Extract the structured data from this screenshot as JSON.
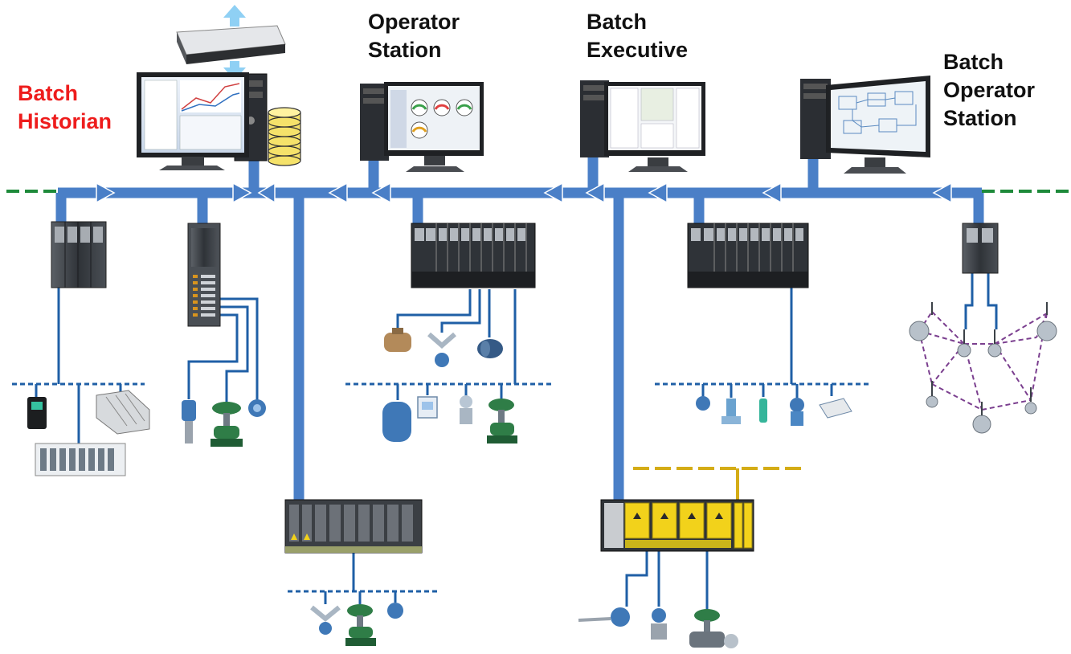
{
  "labels": {
    "historian": [
      "Batch",
      "Historian"
    ],
    "operator_station": [
      "Operator",
      "Station"
    ],
    "batch_executive": [
      "Batch",
      "Executive"
    ],
    "batch_operator_station": [
      "Batch",
      "Operator",
      "Station"
    ]
  },
  "colors": {
    "historian_label": "#ee1c1c",
    "label": "#111111",
    "backbone": "#4a7fc7",
    "backbone_edge": "#2f5f9e",
    "field_wire": "#1f5fa6",
    "control_net": "#1e8a3a",
    "safety_net": "#d4ac16",
    "wireless_mesh": "#7b3f8f",
    "device_green": "#2f7d47",
    "device_blue": "#3f78b7",
    "io_card": "#3b3f44",
    "safety_module": "#f2d21b"
  },
  "icons": {
    "gateway": "gateway-appliance-icon",
    "tower": "workstation-tower-icon",
    "monitor": "monitor-icon",
    "database": "database-stack-icon",
    "controller": "controller-rack-icon",
    "io": "io-module-icon",
    "safety": "safety-system-icon",
    "valve": "control-valve-icon",
    "transmitter": "transmitter-icon",
    "wireless": "wireless-transmitter-icon"
  }
}
